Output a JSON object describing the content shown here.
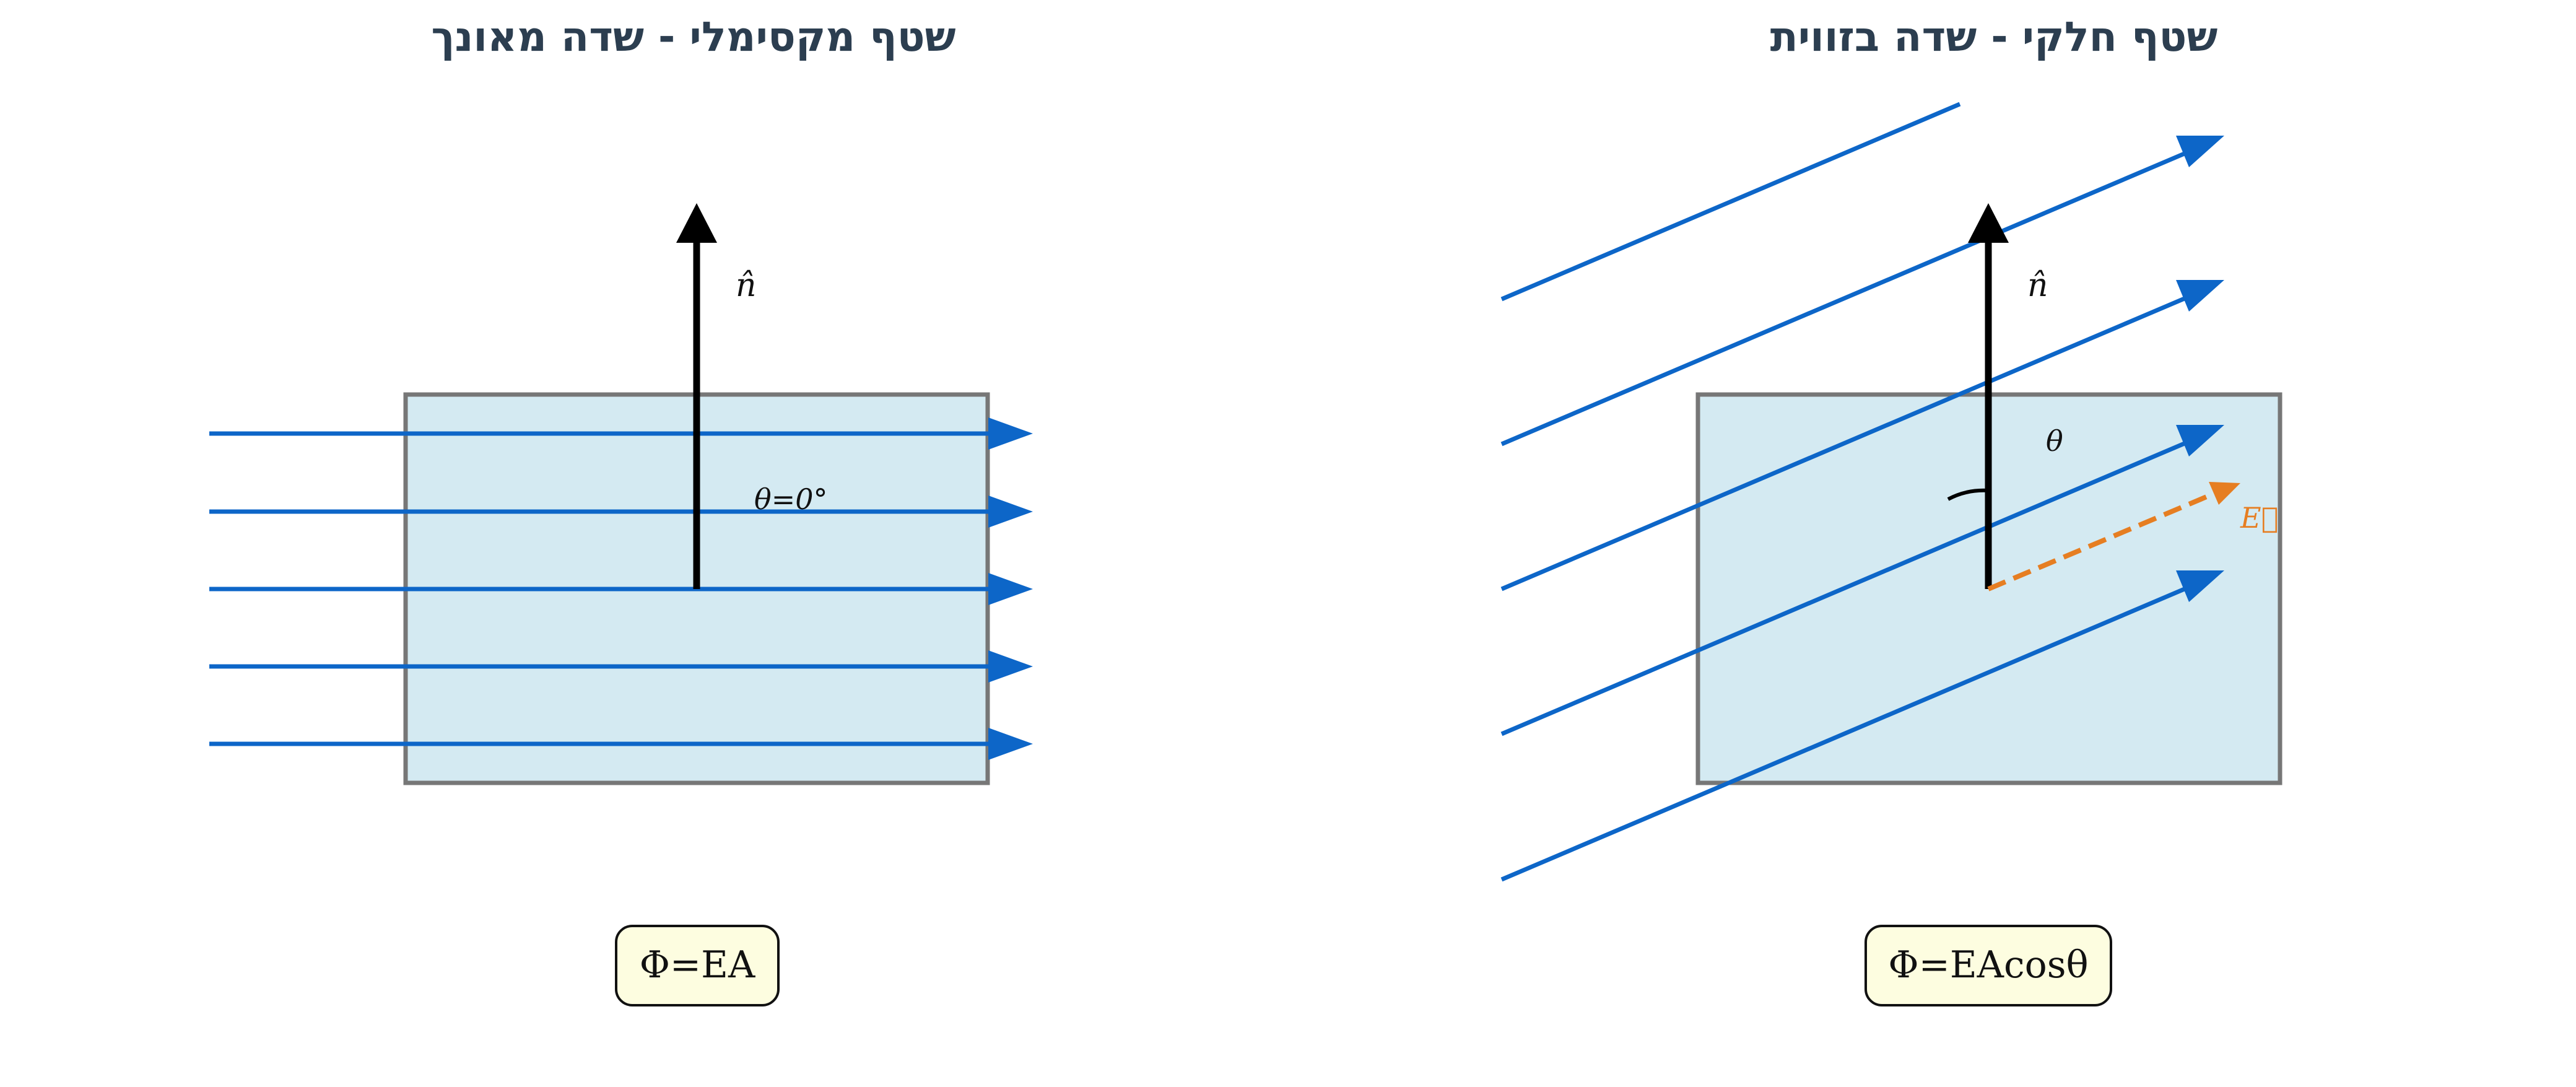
{
  "colors": {
    "field_line": "#0d66c8",
    "normal": "#000000",
    "surface_fill": "#d4eaf2",
    "surface_stroke": "#777777",
    "e_vector": "#e67e22",
    "formula_fill": "#fdfde0",
    "title": "#2c3e50"
  },
  "panels": [
    {
      "title": "שטף מקסימלי - שדה מאונך",
      "normal_label": "n̂",
      "angle_label": "θ=0°",
      "formula": "Φ=EA"
    },
    {
      "title": "שטף חלקי - שדה בזווית",
      "normal_label": "n̂",
      "angle_label": "θ",
      "vector_label": "E⃗",
      "formula": "Φ=EAcosθ"
    }
  ]
}
